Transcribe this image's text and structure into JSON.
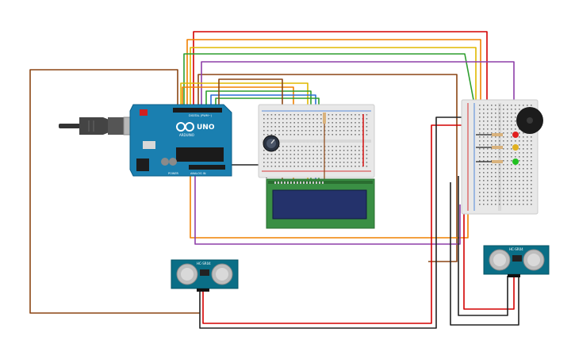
{
  "board": {
    "uno_label": "UNO",
    "brand_label": "ARDUINO",
    "digital_label": "DIGITAL (PWM~)",
    "power_label": "POWER",
    "analog_label": "ANALOG IN"
  },
  "sensors": {
    "left_label": "HC-SR04",
    "right_label": "HC-SR04"
  },
  "colors": {
    "wire_brown": "#8b4513",
    "wire_red": "#d40000",
    "wire_orange": "#f08000",
    "wire_yellow": "#e0b800",
    "wire_green": "#2e9e2e",
    "wire_purple": "#8e3fa8",
    "wire_blue": "#2a6fd6",
    "wire_black": "#222222",
    "arduino_blue": "#1a7fb0",
    "sensor_teal": "#0a6e86",
    "lcd_green": "#3a8f44",
    "lcd_screen": "#24326b",
    "breadboard": "#e8e8e8",
    "led_red": "#e02020",
    "led_yellow": "#e0b020",
    "led_green": "#20c020"
  },
  "icons": [
    "usb-cable-icon",
    "arduino-infinity-logo",
    "potentiometer-icon",
    "buzzer-icon",
    "led-icon",
    "resistor-icon"
  ]
}
